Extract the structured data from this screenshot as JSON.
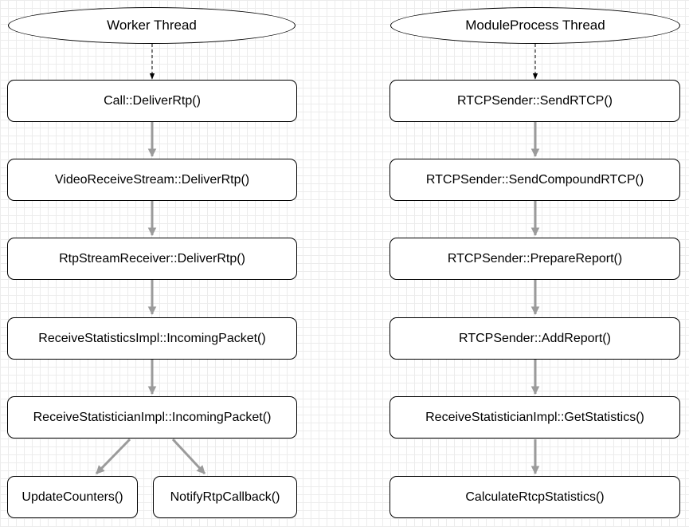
{
  "colors": {
    "arrow": "#9b9b9b",
    "dashed_arrow": "#000000",
    "node_border": "#000000",
    "node_fill": "#ffffff",
    "grid": "#ececec"
  },
  "left_column": {
    "thread": "Worker Thread",
    "steps": [
      "Call::DeliverRtp()",
      "VideoReceiveStream::DeliverRtp()",
      "RtpStreamReceiver::DeliverRtp()",
      "ReceiveStatisticsImpl::IncomingPacket()",
      "ReceiveStatisticianImpl::IncomingPacket()"
    ],
    "branches": [
      "UpdateCounters()",
      "NotifyRtpCallback()"
    ]
  },
  "right_column": {
    "thread": "ModuleProcess Thread",
    "steps": [
      "RTCPSender::SendRTCP()",
      "RTCPSender::SendCompoundRTCP()",
      "RTCPSender::PrepareReport()",
      "RTCPSender::AddReport()",
      "ReceiveStatisticianImpl::GetStatistics()",
      "CalculateRtcpStatistics()"
    ]
  }
}
